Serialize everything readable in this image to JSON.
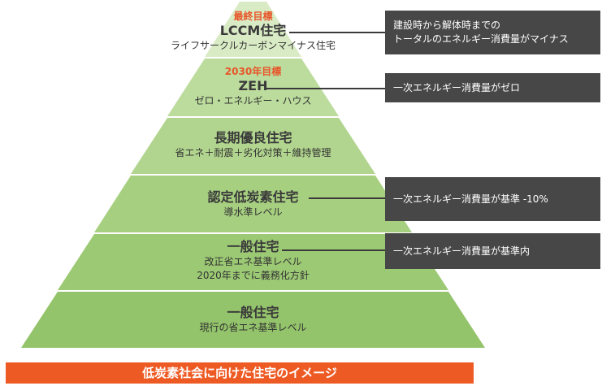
{
  "tiers": [
    {
      "target": "最終目標",
      "title": "LCCM住宅",
      "subs": [
        "ライフサークルカーボンマイナス住宅"
      ]
    },
    {
      "target": "2030年目標",
      "title": "ZEH",
      "subs": [
        "ゼロ・エネルギー・ハウス"
      ]
    },
    {
      "target": "",
      "title": "長期優良住宅",
      "subs": [
        "省エネ＋耐震＋劣化対策＋維持管理"
      ]
    },
    {
      "target": "",
      "title": "認定低炭素住宅",
      "subs": [
        "導水準レベル"
      ]
    },
    {
      "target": "",
      "title": "一般住宅",
      "subs": [
        "改正省エネ基準レベル",
        "2020年までに義務化方針"
      ]
    },
    {
      "target": "",
      "title": "一般住宅",
      "subs": [
        "現行の省エネ基準レベル"
      ]
    }
  ],
  "notes": [
    {
      "lines": [
        "建設時から解体時までの",
        "トータルのエネルギー消費量がマイナス"
      ]
    },
    {
      "lines": [
        "一次エネルギー消費量がゼロ"
      ]
    },
    {
      "lines": [
        "一次エネルギー消費量が基準 -10%"
      ]
    },
    {
      "lines": [
        "一次エネルギー消費量が基準内"
      ]
    }
  ],
  "banner": "低炭素社会に向けた住宅のイメージ",
  "colors": {
    "tier_fills": [
      "#d9ebc4",
      "#bcdc9d",
      "#b1d58e",
      "#a6cf80",
      "#9cc974",
      "#93c36a"
    ],
    "separator": "#ffffff",
    "target": "#e8552a",
    "note_bg": "#474747",
    "banner_bg": "#ee5a24"
  }
}
